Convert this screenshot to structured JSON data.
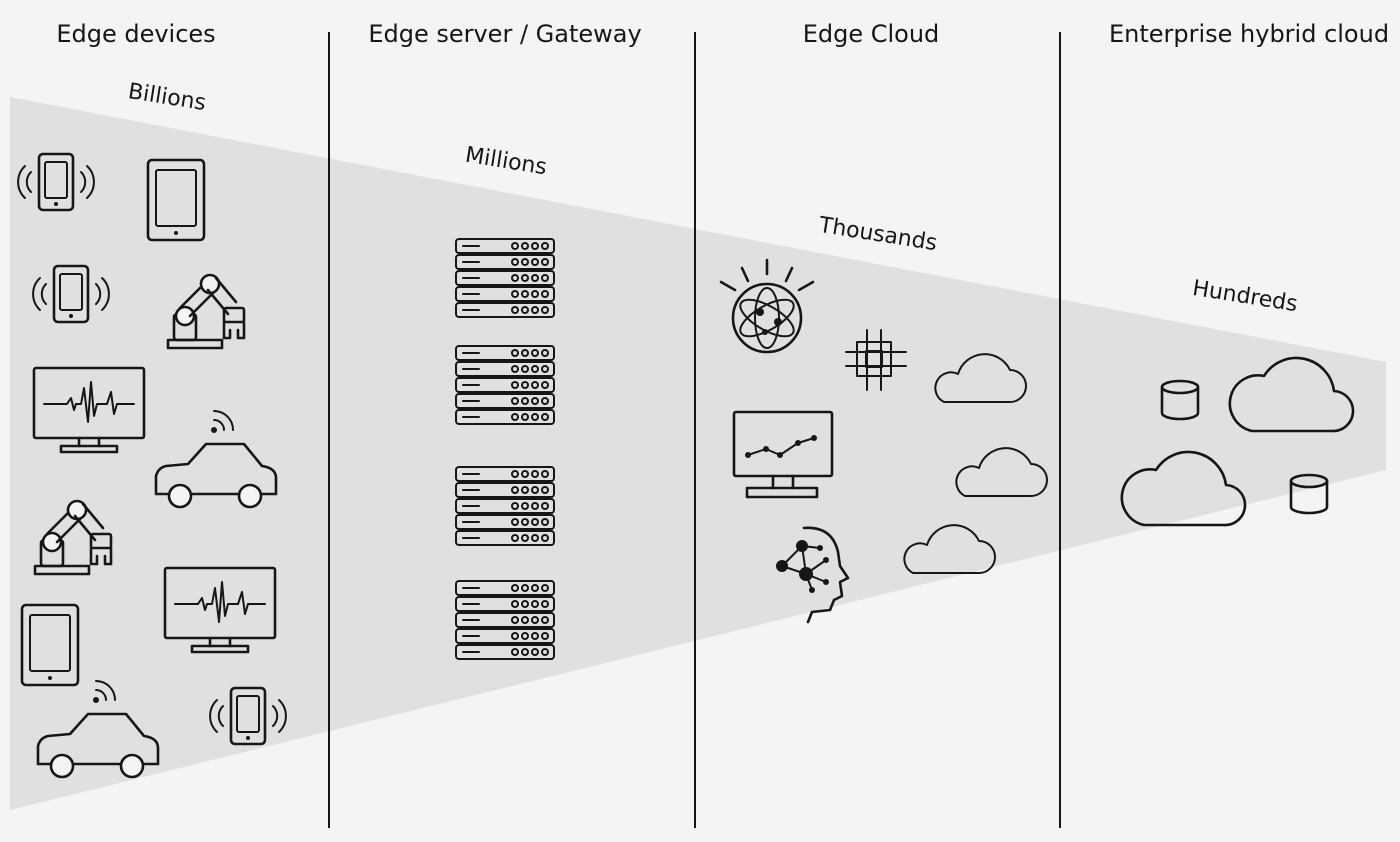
{
  "columns": [
    {
      "title": "Edge devices",
      "scale": "Billions"
    },
    {
      "title": "Edge server / Gateway",
      "scale": "Millions"
    },
    {
      "title": "Edge Cloud",
      "scale": "Thousands"
    },
    {
      "title": "Enterprise hybrid cloud",
      "scale": "Hundreds"
    }
  ],
  "colors": {
    "background": "#f4f4f4",
    "funnel": "#e0e0e0",
    "stroke": "#161616"
  },
  "icons": {
    "edge_devices": [
      "phone-icon",
      "tablet-icon",
      "robot-arm-icon",
      "monitor-waveform-icon",
      "connected-car-icon"
    ],
    "edge_servers": [
      "server-rack-icon"
    ],
    "edge_cloud": [
      "watson-globe-icon",
      "chip-icon",
      "cloud-icon",
      "analytics-monitor-icon",
      "ai-head-icon"
    ],
    "enterprise": [
      "database-icon",
      "cloud-icon"
    ]
  }
}
